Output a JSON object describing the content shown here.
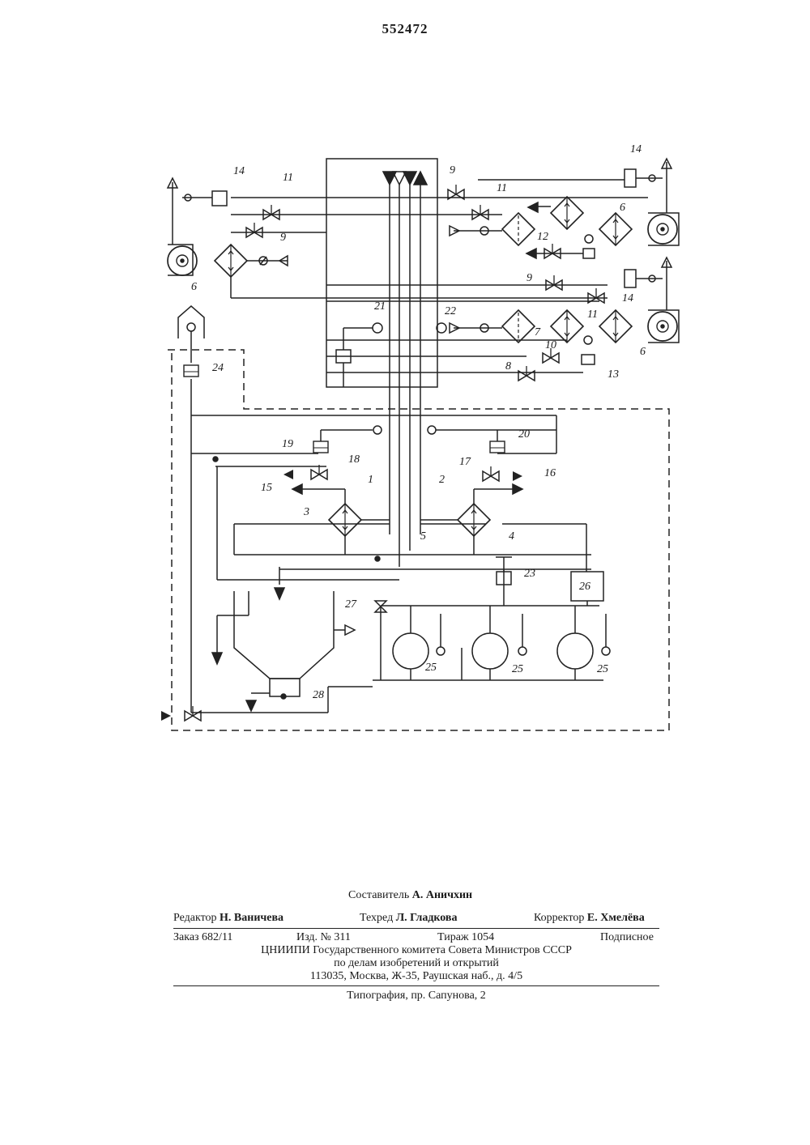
{
  "header": {
    "patent_number": "552472"
  },
  "figure": {
    "labels": [
      "1",
      "2",
      "3",
      "4",
      "5",
      "6",
      "6",
      "6",
      "7",
      "8",
      "9",
      "9",
      "9",
      "10",
      "11",
      "11",
      "11",
      "12",
      "13",
      "14",
      "14",
      "14",
      "15",
      "16",
      "17",
      "18",
      "19",
      "20",
      "21",
      "22",
      "23",
      "24",
      "25",
      "25",
      "25",
      "26",
      "27",
      "28"
    ]
  },
  "imprint": {
    "compiler_label": "Составитель",
    "compiler_name": "А. Аничхин",
    "editor_label": "Редактор",
    "editor_name": "Н. Ваничева",
    "techred_label": "Техред",
    "techred_name": "Л. Гладкова",
    "corrector_label": "Корректор",
    "corrector_name": "Е. Хмелёва",
    "order": "Заказ 682/11",
    "edition": "Изд. № 311",
    "circulation": "Тираж 1054",
    "subscription": "Подписное",
    "org_line1": "ЦНИИПИ Государственного комитета Совета Министров СССР",
    "org_line2": "по делам изобретений и открытий",
    "org_line3": "113035, Москва, Ж-35, Раушская наб., д. 4/5",
    "printing": "Типография, пр. Сапунова, 2"
  }
}
